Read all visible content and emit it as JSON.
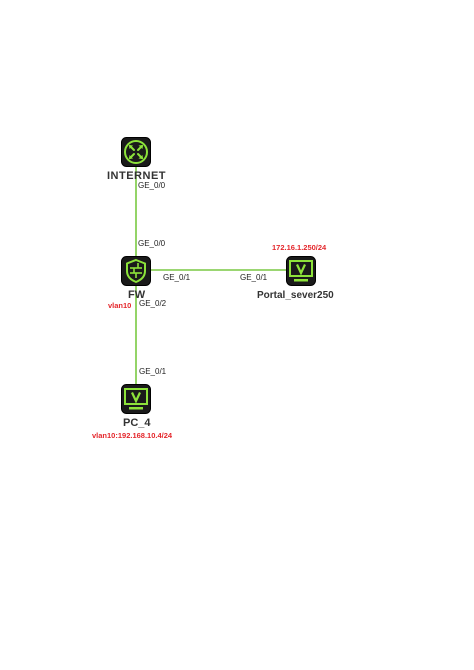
{
  "colors": {
    "link": "#7ac943",
    "device_bg": "#1a1a1a",
    "device_accent": "#8de33a",
    "label": "#333333",
    "note": "#e4262b"
  },
  "nodes": {
    "internet": {
      "label": "INTERNET",
      "icon": "router-icon"
    },
    "fw": {
      "label": "FW",
      "icon": "firewall-icon",
      "note": "vlan10"
    },
    "portal": {
      "label": "Portal_sever250",
      "icon": "server-monitor-icon",
      "note": "172.16.1.250/24"
    },
    "pc4": {
      "label": "PC_4",
      "icon": "pc-monitor-icon",
      "note": "vlan10:192.168.10.4/24"
    }
  },
  "ports": {
    "internet_ge00": "GE_0/0",
    "fw_ge00": "GE_0/0",
    "fw_ge01": "GE_0/1",
    "portal_ge01": "GE_0/1",
    "fw_ge02": "GE_0/2",
    "pc4_ge01": "GE_0/1"
  }
}
